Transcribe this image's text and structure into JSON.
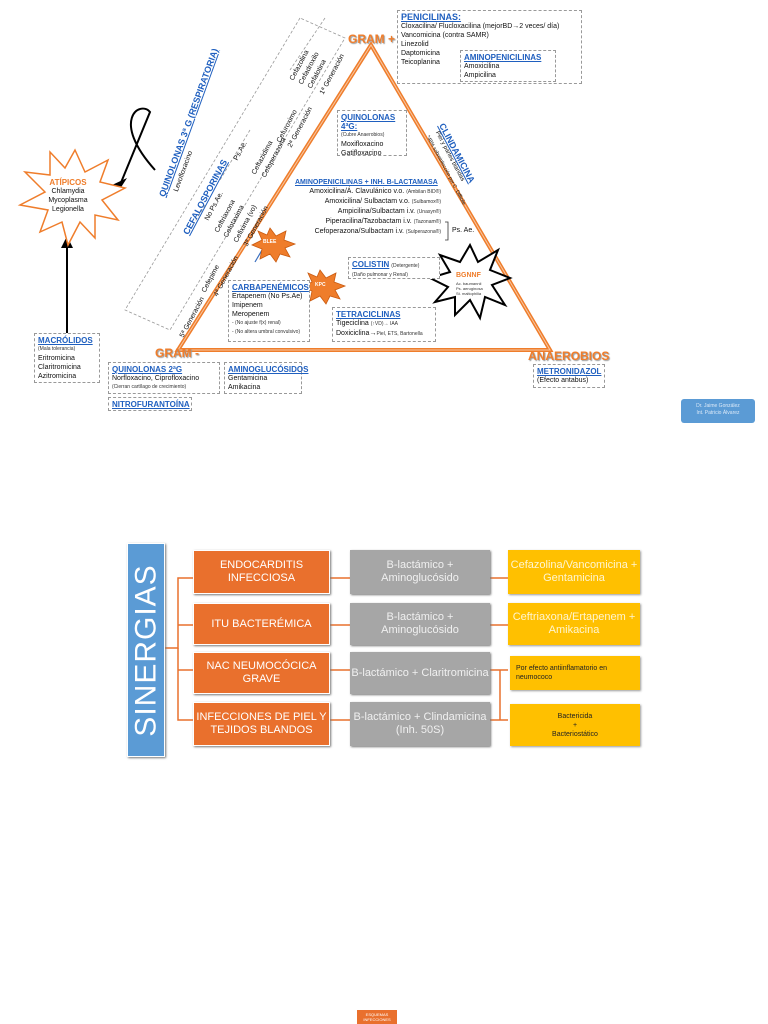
{
  "triangle": {
    "corners": {
      "gram_pos": "GRAM +",
      "gram_neg": "GRAM -",
      "anaerobios": "ANAEROBIOS"
    },
    "penicilinas": {
      "title": "PENICILINAS:",
      "items": [
        "Cloxacilina/ Flucloxacilina (mejorBD→2 veces/ día)",
        "Vancomicina (contra SAMR)",
        "Linezolid",
        "Daptomicina",
        "Teicoplanina"
      ]
    },
    "aminopenicilinas": {
      "title": "AMINOPENICILINAS",
      "items": [
        "Amoxicilina",
        "Ampicilina"
      ]
    },
    "cefalosporinas_3g_resp": "QUINOLONAS 3ª G (RESPIRATORIA)",
    "levofloxacino": "Levofloxacino",
    "quinolonas4": {
      "title": "QUINOLONAS 4ªG:",
      "note": "(Cubre Anaerobios)",
      "items": [
        "Moxifloxacino",
        "Gatifloxacino"
      ]
    },
    "clindamicina": {
      "title": "CLINDAMICINA",
      "line1": "Piel y partes blandas",
      "line2": "*48% sobreinfección por C. Difficile"
    },
    "cefalosporinas": {
      "title": "CEFALOSPORINAS",
      "gen1_items": [
        "Cefazolina",
        "Cefadroxilo",
        "Cefalotina"
      ],
      "gen1_label": "1ª Generación",
      "gen2_items": [
        "Cefuroximo"
      ],
      "gen2_label": "2ª Generación",
      "gen3_ps": "Ps.Ae.",
      "gen3_ps_items": [
        "Ceftazidima",
        "Cefoperazona"
      ],
      "gen3_nops": "No Ps.Ae.",
      "gen3_nops_items": [
        "Ceftriaxona",
        "Cefotaxima",
        "Cefixima (vo)"
      ],
      "gen3_label": "3ª Generación",
      "gen4_items": [
        "Cefepime"
      ],
      "gen4_label": "4ª Generación",
      "gen5_label": "5ª Generación"
    },
    "aminopen_inh": {
      "title": "AMINOPENICILINAS + INH. B-LACTAMASA",
      "rows": [
        {
          "main": "Amoxicilina/Á. Clavulánico v.o.",
          "note": "(Ambilan BID®)"
        },
        {
          "main": "Amoxicilina/ Sulbactam v.o.",
          "note": "(Sulbamox®)"
        },
        {
          "main": "Ampicilina/Sulbactam i.v.",
          "note": "(Unasyn®)"
        },
        {
          "main": "Piperacilina/Tazobactam i.v.",
          "note": "(Tazonam®)"
        },
        {
          "main": "Cefoperazona/Sulbactam i.v.",
          "note": "(Sulperazona®)"
        }
      ],
      "ps_ae": "Ps. Ae."
    },
    "blee": "BLEE",
    "kpc": "KPC",
    "carbapenemicos": {
      "title": "CARBAPENÉMICOS",
      "items": [
        "Ertapenem (No Ps.Ae)",
        "Imipenem",
        "Meropenem"
      ],
      "notes": [
        "- (No ajuste f(x) renal)",
        "- (No altera umbral convulsivo)"
      ]
    },
    "colistin": {
      "title": "COLISTIN",
      "note": "(Detergente)",
      "line2": "(Daño pulmonar y Renal)"
    },
    "bgnnf": {
      "title": "BGNNF",
      "items": [
        "Ac. baumannii",
        "Ps. aeruginosa",
        "St. maltophilia"
      ]
    },
    "tetraciclinas": {
      "title": "TETRACICLINAS",
      "row1": "Tigeciclina",
      "row1_note": "(↑VD)→ IAA",
      "row2": "Doxiciclina→",
      "row2_note": "Piel, ETS, Bartonella"
    },
    "atipicos": {
      "title": "ATÍPICOS",
      "items": [
        "Chlamydia",
        "Mycoplasma",
        "Legionella"
      ]
    },
    "macrolidos": {
      "title": "MACRÓLIDOS",
      "note": "(Mala tolerancia)",
      "items": [
        "Eritromicina",
        "Claritromicina",
        "Azitromicina"
      ]
    },
    "quinolonas2": {
      "title": "QUINOLONAS 2ªG",
      "line1": "Norfloxacino, Ciprofloxacino",
      "line2": "(Cierran cartílago de crecimiento)"
    },
    "aminoglucosidos": {
      "title": "AMINOGLUCÓSIDOS",
      "items": [
        "Gentamicina",
        "Amikacina"
      ]
    },
    "nitrofurantoina": "NITROFURANTOÍNA",
    "metronidazol": {
      "title": "METRONIDAZOL",
      "note": "(Efecto antabus)"
    }
  },
  "credit": {
    "line1": "Dr. Jaime González",
    "line2": "Int. Patricio Álvarez"
  },
  "sinergias": {
    "title": "SINERGIAS",
    "rows": [
      {
        "condition": "ENDOCARDITIS INFECCIOSA",
        "combo": "B-lactámico + Aminoglucósido",
        "example": "Cefazolina/Vancomicina + Gentamicina"
      },
      {
        "condition": "ITU BACTERÉMICA",
        "combo": "B-lactámico + Aminoglucósido",
        "example": "Ceftriaxona/Ertapenem + Amikacina"
      },
      {
        "condition": "NAC NEUMOCÓCICA GRAVE",
        "combo": "B-lactámico + Claritromicina",
        "example": "Por efecto antiinflamatorio en neumococo"
      },
      {
        "condition": "INFECCIONES DE PIEL Y TEJIDOS BLANDOS",
        "combo": "B-lactámico + Clindamicina (Inh. 50S)",
        "example_l1": "Bactericida",
        "example_l2": "+",
        "example_l3": "Bacteriostático"
      }
    ]
  },
  "footer_badge": {
    "line1": "ESQUEMAS",
    "line2": "INFECCIONES"
  },
  "colors": {
    "orange": "#ef7d2b",
    "blue": "#1f5fbf",
    "synergy_blue": "#5b9bd5",
    "synergy_orange": "#e9702d",
    "synergy_gray": "#a6a6a6",
    "synergy_yellow": "#ffc000"
  }
}
